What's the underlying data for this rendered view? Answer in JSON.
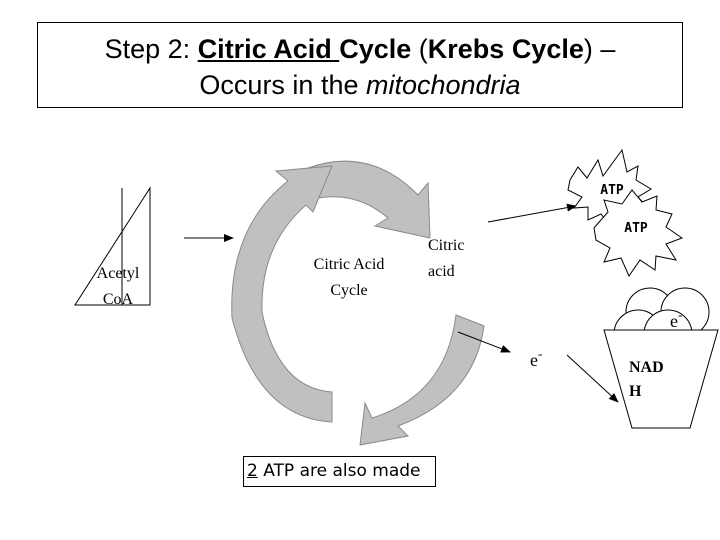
{
  "title": {
    "part1": "Step 2: ",
    "part2": "Citric Acid ",
    "part3": "Cycle",
    "part4": " (",
    "part5": "Krebs Cycle",
    "part6": ") –",
    "line2_part1": "Occurs in the ",
    "line2_part2": "mitochondria"
  },
  "acetyl": {
    "line1": "Acetyl",
    "line2": "CoA"
  },
  "cycle": {
    "line1": "Citric Acid",
    "line2": "Cycle"
  },
  "citric": {
    "line1": "Citric",
    "line2": "acid"
  },
  "atp": {
    "label1": "ATP",
    "label2": "ATP"
  },
  "electron": {
    "e1": "e",
    "e1_sup": "-",
    "e2": "e",
    "e2_sup": "-"
  },
  "nadh": {
    "line1": "NAD",
    "line2": "H"
  },
  "note": {
    "num": "2",
    "rest": " ATP are also made"
  },
  "colors": {
    "arrow_fill": "#c0c0c0",
    "stroke": "#000000"
  }
}
